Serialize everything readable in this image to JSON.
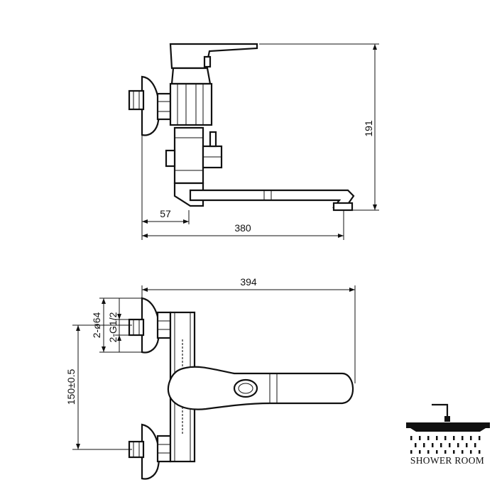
{
  "side_view": {
    "dim_height": "191",
    "dim_wall_offset": "57",
    "dim_total_length": "380"
  },
  "front_view": {
    "dim_total_width": "394",
    "dim_centers": "150±0.5",
    "dim_flange": "2-ø64",
    "dim_thread": "2-G1/2"
  },
  "logo": {
    "text": "SHOWER ROOM"
  },
  "colors": {
    "line": "#111111",
    "background": "#ffffff"
  }
}
